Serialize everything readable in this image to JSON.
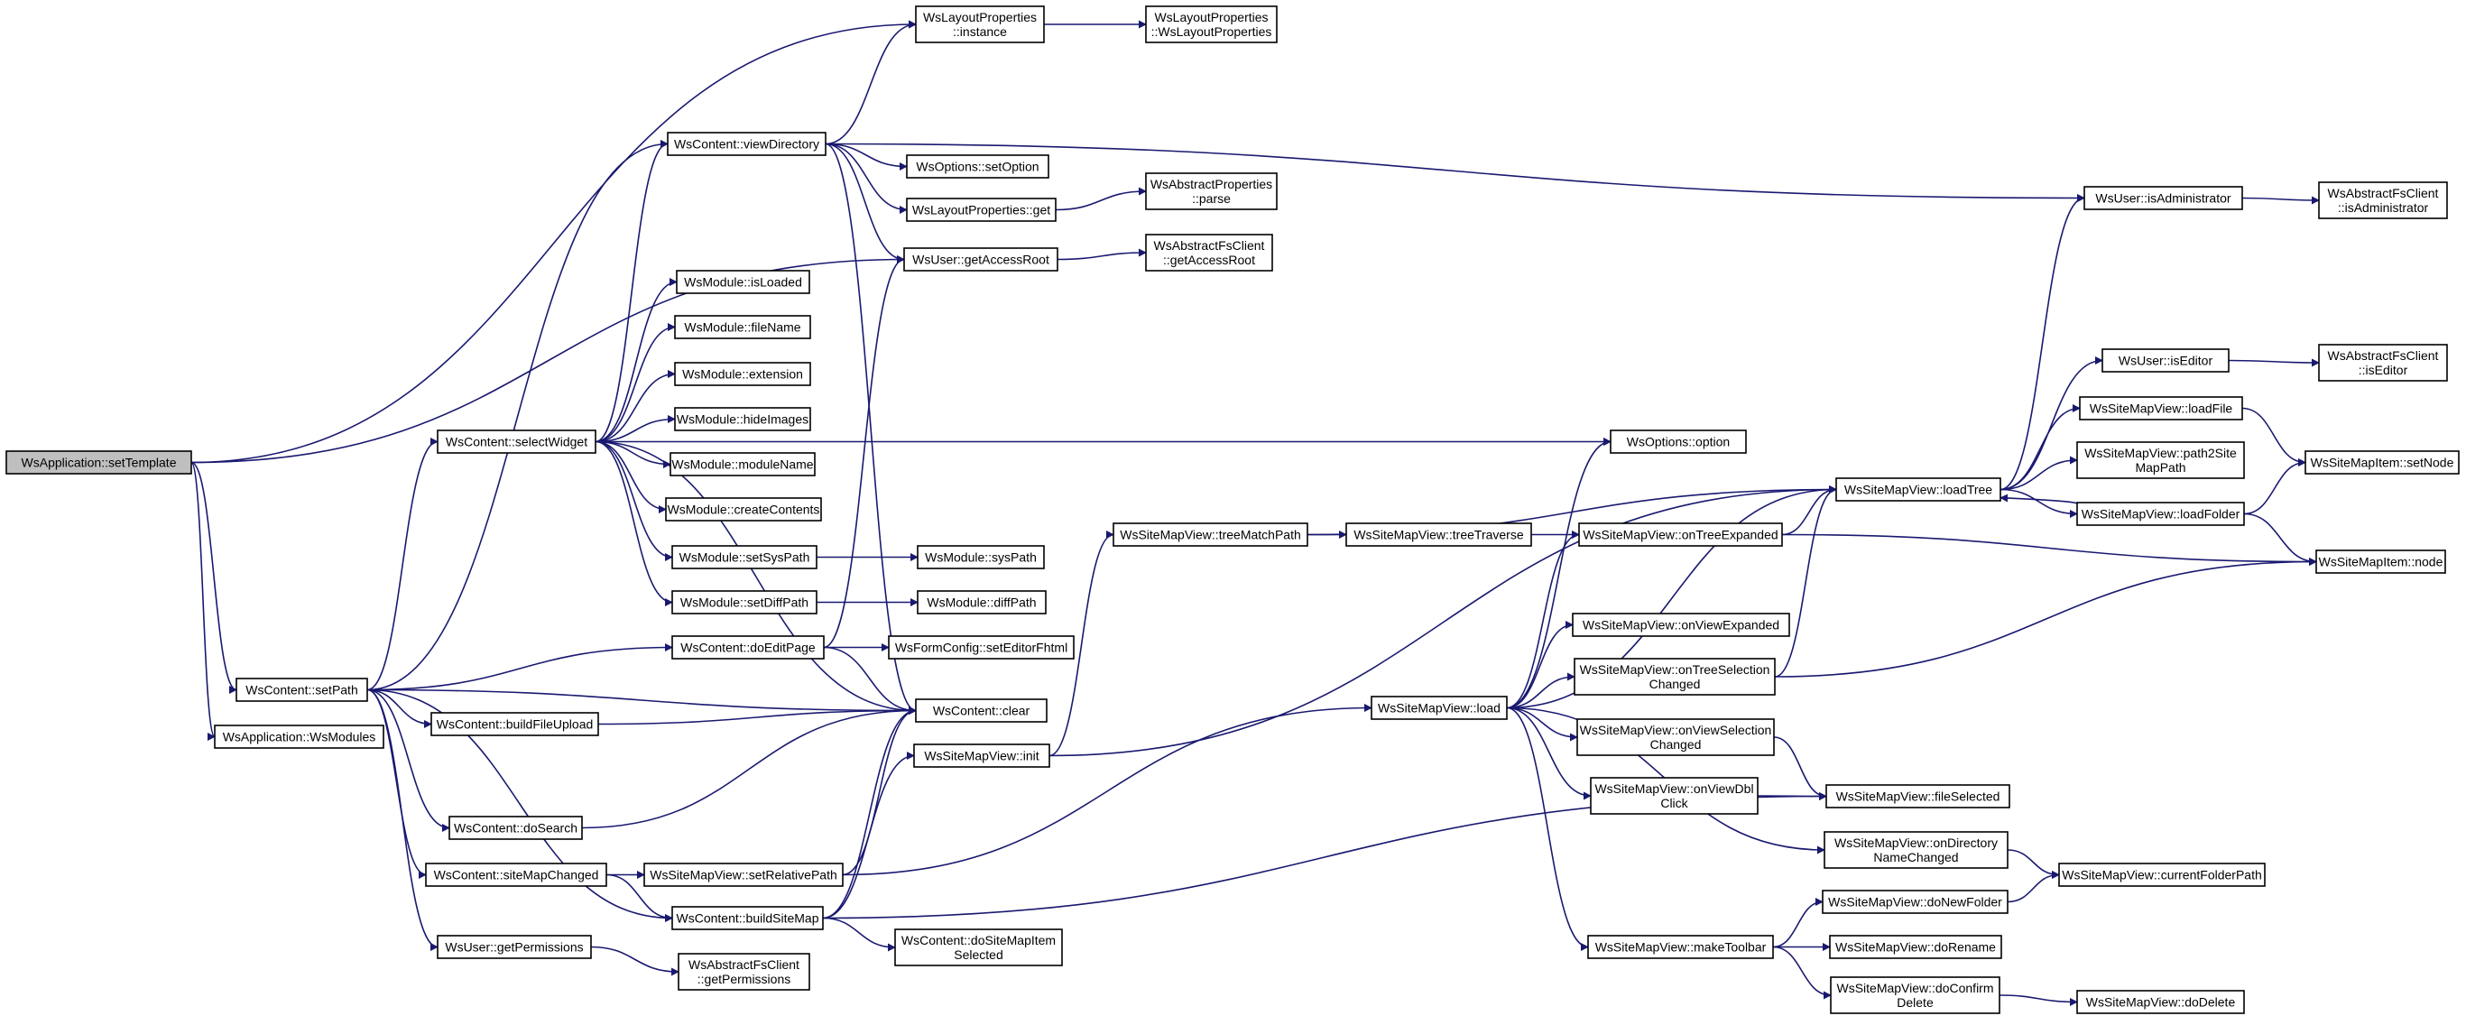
{
  "diagram": {
    "colors": {
      "edge": "#191970",
      "node_border": "#000000",
      "node_fill": "#ffffff",
      "root_fill": "#bfbfbf"
    },
    "nodes": [
      {
        "id": "setTemplate",
        "lines": [
          "WsApplication::setTemplate"
        ],
        "root": true
      },
      {
        "id": "wsModules",
        "lines": [
          "WsApplication::WsModules"
        ]
      },
      {
        "id": "setPath",
        "lines": [
          "WsContent::setPath"
        ]
      },
      {
        "id": "viewDirectory",
        "lines": [
          "WsContent::viewDirectory"
        ]
      },
      {
        "id": "selectWidget",
        "lines": [
          "WsContent::selectWidget"
        ]
      },
      {
        "id": "doEditPage",
        "lines": [
          "WsContent::doEditPage"
        ]
      },
      {
        "id": "buildFileUpload",
        "lines": [
          "WsContent::buildFileUpload"
        ]
      },
      {
        "id": "doSearch",
        "lines": [
          "WsContent::doSearch"
        ]
      },
      {
        "id": "siteMapChanged",
        "lines": [
          "WsContent::siteMapChanged"
        ]
      },
      {
        "id": "buildSiteMap",
        "lines": [
          "WsContent::buildSiteMap"
        ]
      },
      {
        "id": "doSiteMapItemSelected",
        "lines": [
          "WsContent::doSiteMapItem",
          "Selected"
        ]
      },
      {
        "id": "contentClear",
        "lines": [
          "WsContent::clear"
        ]
      },
      {
        "id": "getPermissions",
        "lines": [
          "WsUser::getPermissions"
        ]
      },
      {
        "id": "fsGetPermissions",
        "lines": [
          "WsAbstractFsClient",
          "::getPermissions"
        ]
      },
      {
        "id": "layoutInstance",
        "lines": [
          "WsLayoutProperties",
          "::instance"
        ]
      },
      {
        "id": "layoutCtor",
        "lines": [
          "WsLayoutProperties",
          "::WsLayoutProperties"
        ]
      },
      {
        "id": "setOption",
        "lines": [
          "WsOptions::setOption"
        ]
      },
      {
        "id": "layoutGet",
        "lines": [
          "WsLayoutProperties::get"
        ]
      },
      {
        "id": "absPropsParse",
        "lines": [
          "WsAbstractProperties",
          "::parse"
        ]
      },
      {
        "id": "getAccessRoot",
        "lines": [
          "WsUser::getAccessRoot"
        ]
      },
      {
        "id": "fsGetAccessRoot",
        "lines": [
          "WsAbstractFsClient",
          "::getAccessRoot"
        ]
      },
      {
        "id": "isLoaded",
        "lines": [
          "WsModule::isLoaded"
        ]
      },
      {
        "id": "fileName",
        "lines": [
          "WsModule::fileName"
        ]
      },
      {
        "id": "extension",
        "lines": [
          "WsModule::extension"
        ]
      },
      {
        "id": "hideImages",
        "lines": [
          "WsModule::hideImages"
        ]
      },
      {
        "id": "moduleName",
        "lines": [
          "WsModule::moduleName"
        ]
      },
      {
        "id": "createContents",
        "lines": [
          "WsModule::createContents"
        ]
      },
      {
        "id": "setSysPath",
        "lines": [
          "WsModule::setSysPath"
        ]
      },
      {
        "id": "sysPath",
        "lines": [
          "WsModule::sysPath"
        ]
      },
      {
        "id": "setDiffPath",
        "lines": [
          "WsModule::setDiffPath"
        ]
      },
      {
        "id": "diffPath",
        "lines": [
          "WsModule::diffPath"
        ]
      },
      {
        "id": "setEditorFhtml",
        "lines": [
          "WsFormConfig::setEditorFhtml"
        ]
      },
      {
        "id": "smvInit",
        "lines": [
          "WsSiteMapView::init"
        ]
      },
      {
        "id": "setRelativePath",
        "lines": [
          "WsSiteMapView::setRelativePath"
        ]
      },
      {
        "id": "treeMatchPath",
        "lines": [
          "WsSiteMapView::treeMatchPath"
        ]
      },
      {
        "id": "treeTraverse",
        "lines": [
          "WsSiteMapView::treeTraverse"
        ]
      },
      {
        "id": "smvLoad",
        "lines": [
          "WsSiteMapView::load"
        ]
      },
      {
        "id": "optionsOption",
        "lines": [
          "WsOptions::option"
        ]
      },
      {
        "id": "onTreeExpanded",
        "lines": [
          "WsSiteMapView::onTreeExpanded"
        ]
      },
      {
        "id": "onViewExpanded",
        "lines": [
          "WsSiteMapView::onViewExpanded"
        ]
      },
      {
        "id": "onTreeSelectionChanged",
        "lines": [
          "WsSiteMapView::onTreeSelection",
          "Changed"
        ]
      },
      {
        "id": "onViewSelectionChanged",
        "lines": [
          "WsSiteMapView::onViewSelection",
          "Changed"
        ]
      },
      {
        "id": "onViewDblClick",
        "lines": [
          "WsSiteMapView::onViewDbl",
          "Click"
        ]
      },
      {
        "id": "makeToolbar",
        "lines": [
          "WsSiteMapView::makeToolbar"
        ]
      },
      {
        "id": "loadTree",
        "lines": [
          "WsSiteMapView::loadTree"
        ]
      },
      {
        "id": "fileSelected",
        "lines": [
          "WsSiteMapView::fileSelected"
        ]
      },
      {
        "id": "onDirectoryNameChanged",
        "lines": [
          "WsSiteMapView::onDirectory",
          "NameChanged"
        ]
      },
      {
        "id": "doNewFolder",
        "lines": [
          "WsSiteMapView::doNewFolder"
        ]
      },
      {
        "id": "doRename",
        "lines": [
          "WsSiteMapView::doRename"
        ]
      },
      {
        "id": "doConfirmDelete",
        "lines": [
          "WsSiteMapView::doConfirm",
          "Delete"
        ]
      },
      {
        "id": "isAdministrator",
        "lines": [
          "WsUser::isAdministrator"
        ]
      },
      {
        "id": "isEditor",
        "lines": [
          "WsUser::isEditor"
        ]
      },
      {
        "id": "loadFile",
        "lines": [
          "WsSiteMapView::loadFile"
        ]
      },
      {
        "id": "path2SiteMapPath",
        "lines": [
          "WsSiteMapView::path2Site",
          "MapPath"
        ]
      },
      {
        "id": "loadFolder",
        "lines": [
          "WsSiteMapView::loadFolder"
        ]
      },
      {
        "id": "fsIsAdministrator",
        "lines": [
          "WsAbstractFsClient",
          "::isAdministrator"
        ]
      },
      {
        "id": "fsIsEditor",
        "lines": [
          "WsAbstractFsClient",
          "::isEditor"
        ]
      },
      {
        "id": "setNode",
        "lines": [
          "WsSiteMapItem::setNode"
        ]
      },
      {
        "id": "itemNode",
        "lines": [
          "WsSiteMapItem::node"
        ]
      },
      {
        "id": "currentFolderPath",
        "lines": [
          "WsSiteMapView::currentFolderPath"
        ]
      },
      {
        "id": "doDelete",
        "lines": [
          "WsSiteMapView::doDelete"
        ]
      }
    ],
    "edges": [
      [
        "setTemplate",
        "layoutInstance"
      ],
      [
        "setTemplate",
        "getAccessRoot"
      ],
      [
        "setTemplate",
        "setPath"
      ],
      [
        "setTemplate",
        "wsModules"
      ],
      [
        "setPath",
        "viewDirectory"
      ],
      [
        "setPath",
        "selectWidget"
      ],
      [
        "setPath",
        "doEditPage"
      ],
      [
        "setPath",
        "buildFileUpload"
      ],
      [
        "setPath",
        "contentClear"
      ],
      [
        "setPath",
        "doSearch"
      ],
      [
        "setPath",
        "siteMapChanged"
      ],
      [
        "setPath",
        "buildSiteMap"
      ],
      [
        "setPath",
        "getPermissions"
      ],
      [
        "viewDirectory",
        "layoutInstance"
      ],
      [
        "viewDirectory",
        "setOption"
      ],
      [
        "viewDirectory",
        "layoutGet"
      ],
      [
        "viewDirectory",
        "getAccessRoot"
      ],
      [
        "viewDirectory",
        "contentClear"
      ],
      [
        "viewDirectory",
        "isAdministrator"
      ],
      [
        "selectWidget",
        "viewDirectory"
      ],
      [
        "selectWidget",
        "optionsOption"
      ],
      [
        "selectWidget",
        "isLoaded"
      ],
      [
        "selectWidget",
        "fileName"
      ],
      [
        "selectWidget",
        "extension"
      ],
      [
        "selectWidget",
        "hideImages"
      ],
      [
        "selectWidget",
        "moduleName"
      ],
      [
        "selectWidget",
        "createContents"
      ],
      [
        "selectWidget",
        "setSysPath"
      ],
      [
        "selectWidget",
        "setDiffPath"
      ],
      [
        "selectWidget",
        "contentClear"
      ],
      [
        "doEditPage",
        "getAccessRoot"
      ],
      [
        "doEditPage",
        "setEditorFhtml"
      ],
      [
        "doEditPage",
        "contentClear"
      ],
      [
        "buildFileUpload",
        "contentClear"
      ],
      [
        "doSearch",
        "contentClear"
      ],
      [
        "siteMapChanged",
        "setRelativePath"
      ],
      [
        "siteMapChanged",
        "buildSiteMap"
      ],
      [
        "buildSiteMap",
        "smvInit"
      ],
      [
        "buildSiteMap",
        "doSiteMapItemSelected"
      ],
      [
        "buildSiteMap",
        "fileSelected"
      ],
      [
        "buildSiteMap",
        "contentClear"
      ],
      [
        "getPermissions",
        "fsGetPermissions"
      ],
      [
        "layoutInstance",
        "layoutCtor"
      ],
      [
        "layoutGet",
        "absPropsParse"
      ],
      [
        "getAccessRoot",
        "fsGetAccessRoot"
      ],
      [
        "setSysPath",
        "sysPath"
      ],
      [
        "setDiffPath",
        "diffPath"
      ],
      [
        "smvInit",
        "treeMatchPath"
      ],
      [
        "smvInit",
        "loadTree"
      ],
      [
        "setRelativePath",
        "smvLoad"
      ],
      [
        "setRelativePath",
        "contentClear"
      ],
      [
        "treeMatchPath",
        "treeTraverse"
      ],
      [
        "treeMatchPath",
        "loadTree"
      ],
      [
        "treeTraverse",
        "onTreeExpanded"
      ],
      [
        "smvLoad",
        "optionsOption"
      ],
      [
        "smvLoad",
        "onTreeExpanded"
      ],
      [
        "smvLoad",
        "loadTree"
      ],
      [
        "smvLoad",
        "onViewExpanded"
      ],
      [
        "smvLoad",
        "onTreeSelectionChanged"
      ],
      [
        "smvLoad",
        "onViewSelectionChanged"
      ],
      [
        "smvLoad",
        "onViewDblClick"
      ],
      [
        "smvLoad",
        "onDirectoryNameChanged"
      ],
      [
        "smvLoad",
        "makeToolbar"
      ],
      [
        "onTreeExpanded",
        "loadTree"
      ],
      [
        "onTreeExpanded",
        "itemNode"
      ],
      [
        "onTreeSelectionChanged",
        "loadTree"
      ],
      [
        "onTreeSelectionChanged",
        "itemNode"
      ],
      [
        "onViewSelectionChanged",
        "fileSelected"
      ],
      [
        "onViewDblClick",
        "fileSelected"
      ],
      [
        "onDirectoryNameChanged",
        "currentFolderPath"
      ],
      [
        "makeToolbar",
        "doNewFolder"
      ],
      [
        "makeToolbar",
        "doRename"
      ],
      [
        "makeToolbar",
        "doConfirmDelete"
      ],
      [
        "doNewFolder",
        "currentFolderPath"
      ],
      [
        "doConfirmDelete",
        "doDelete"
      ],
      [
        "loadTree",
        "isAdministrator"
      ],
      [
        "loadTree",
        "isEditor"
      ],
      [
        "loadTree",
        "loadFile"
      ],
      [
        "loadTree",
        "path2SiteMapPath"
      ],
      [
        "loadTree",
        "loadFolder"
      ],
      [
        "loadFolder",
        "loadTree"
      ],
      [
        "loadFolder",
        "setNode"
      ],
      [
        "loadFolder",
        "itemNode"
      ],
      [
        "loadFile",
        "setNode"
      ],
      [
        "isAdministrator",
        "fsIsAdministrator"
      ],
      [
        "isEditor",
        "fsIsEditor"
      ]
    ]
  }
}
